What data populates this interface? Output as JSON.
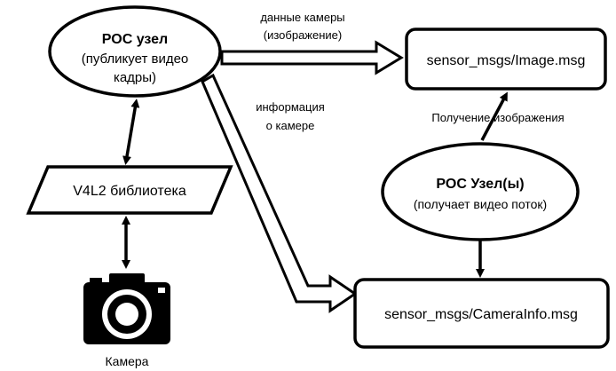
{
  "nodes": {
    "ros_node_pub": {
      "title": "РОС узел",
      "subtitle_line1": "(публикует видео",
      "subtitle_line2": "кадры)"
    },
    "image_msg": {
      "label": "sensor_msgs/Image.msg"
    },
    "v4l2": {
      "label": "V4L2 библиотека"
    },
    "ros_node_sub": {
      "title": "РОС Узел(ы)",
      "subtitle": "(получает видео поток)"
    },
    "camera_info_msg": {
      "label": "sensor_msgs/CameraInfo.msg"
    },
    "camera": {
      "label": "Камера",
      "icon": "camera-icon"
    }
  },
  "edges": {
    "camera_data_line1": "данные камеры",
    "camera_data_line2": "(изображение)",
    "camera_info_line1": "информация",
    "camera_info_line2": "о камере",
    "receive_image": "Получение изображения"
  }
}
